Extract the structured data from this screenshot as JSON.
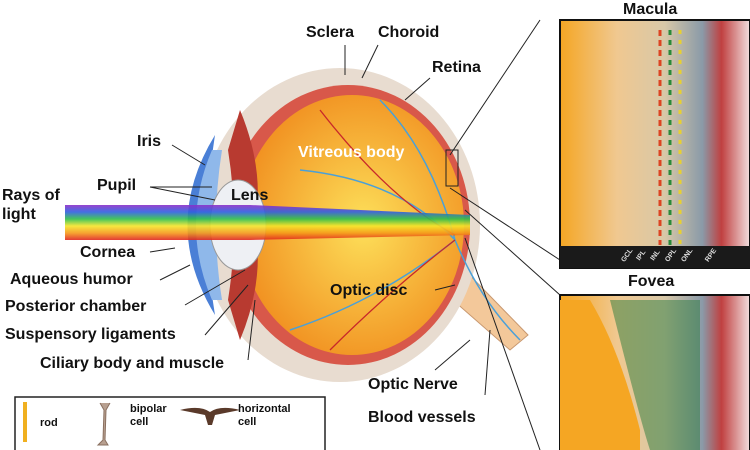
{
  "labels": {
    "sclera": "Sclera",
    "choroid": "Choroid",
    "retina": "Retina",
    "iris": "Iris",
    "pupil": "Pupil",
    "lens": "Lens",
    "vitreous_body": "Vitreous body",
    "rays_of_light": "Rays of\nlight",
    "cornea": "Cornea",
    "aqueous_humor": "Aqueous humor",
    "posterior_chamber": "Posterior chamber",
    "suspensory_ligaments": "Suspensory ligaments",
    "ciliary_body": "Ciliary body and muscle",
    "optic_disc": "Optic disc",
    "optic_nerve": "Optic Nerve",
    "blood_vessels": "Blood vessels"
  },
  "insets": {
    "macula": {
      "title": "Macula",
      "layers": [
        "GCL",
        "IPL",
        "INL",
        "OPL",
        "ONL",
        "RPE"
      ]
    },
    "fovea": {
      "title": "Fovea"
    }
  },
  "legend": {
    "items": [
      {
        "label": "rod"
      },
      {
        "label": "bipolar\ncell"
      },
      {
        "label": "horizontal\ncell"
      }
    ]
  },
  "colors": {
    "sclera": "#e8dcd0",
    "retina": "#d8584a",
    "vitreous": "#f6a623",
    "cornea": "#4a7fd6"
  }
}
